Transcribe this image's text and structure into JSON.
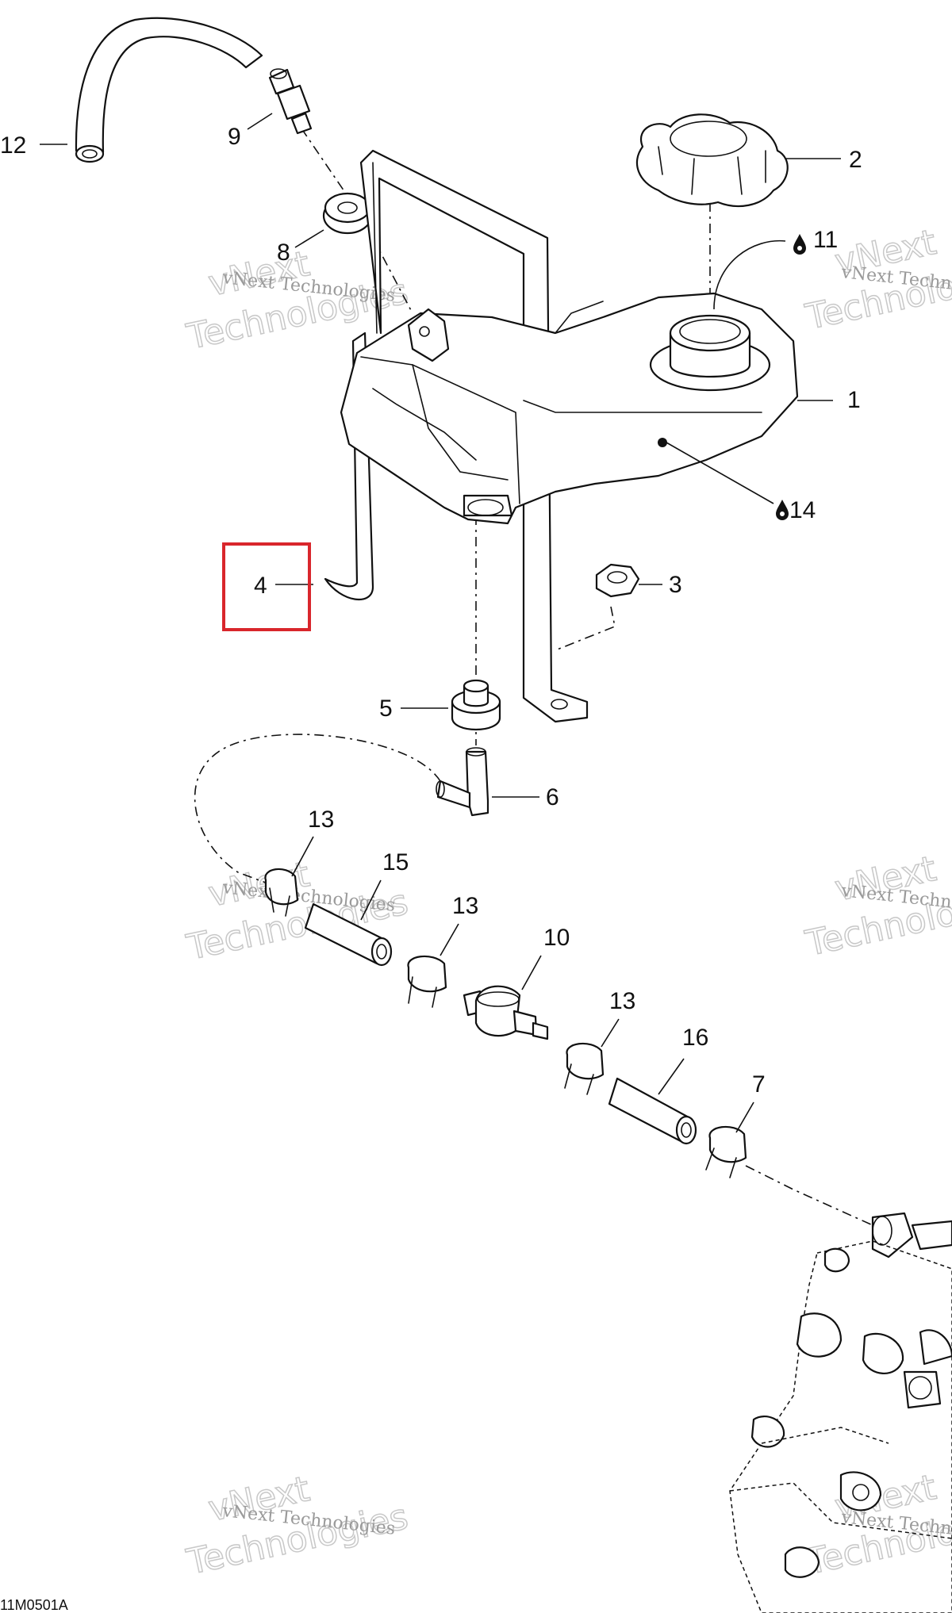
{
  "callouts": [
    {
      "id": "c12",
      "label": "12"
    },
    {
      "id": "c9",
      "label": "9"
    },
    {
      "id": "c8",
      "label": "8"
    },
    {
      "id": "c2",
      "label": "2"
    },
    {
      "id": "c11",
      "label": "11"
    },
    {
      "id": "c1",
      "label": "1"
    },
    {
      "id": "c14",
      "label": "14"
    },
    {
      "id": "c3",
      "label": "3"
    },
    {
      "id": "c4",
      "label": "4"
    },
    {
      "id": "c5",
      "label": "5"
    },
    {
      "id": "c6",
      "label": "6"
    },
    {
      "id": "c13a",
      "label": "13"
    },
    {
      "id": "c15",
      "label": "15"
    },
    {
      "id": "c13b",
      "label": "13"
    },
    {
      "id": "c10",
      "label": "10"
    },
    {
      "id": "c13c",
      "label": "13"
    },
    {
      "id": "c16",
      "label": "16"
    },
    {
      "id": "c7",
      "label": "7"
    }
  ],
  "watermark": {
    "brand": "vNext",
    "company": "vNext Technologies",
    "word": "Technologies"
  },
  "reference_code": "11M0501A",
  "highlight": {
    "label": "4",
    "color": "#d9262c"
  },
  "icons": [
    "oil-drop-icon"
  ]
}
